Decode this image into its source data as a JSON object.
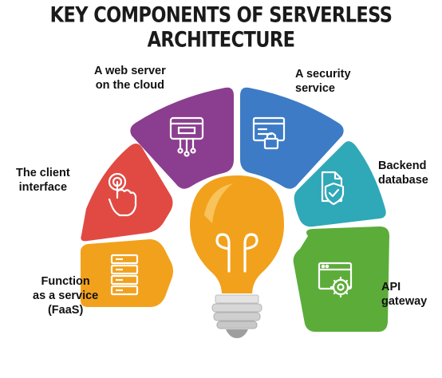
{
  "title": "KEY COMPONENTS OF SERVERLESS ARCHITECTURE",
  "components": [
    {
      "lines": [
        "Function",
        "as a service",
        "(FaaS)"
      ],
      "color": "#f2a11d",
      "icon": "server-rack-icon"
    },
    {
      "lines": [
        "The client",
        "interface"
      ],
      "color": "#e04a43",
      "icon": "touch-hand-icon"
    },
    {
      "lines": [
        "A web server",
        "on the cloud"
      ],
      "color": "#8b3e8f",
      "icon": "cloud-network-icon"
    },
    {
      "lines": [
        "A security",
        "service"
      ],
      "color": "#3d7bc6",
      "icon": "secure-window-icon"
    },
    {
      "lines": [
        "Backend",
        "database"
      ],
      "color": "#2fa8b8",
      "icon": "shield-document-icon"
    },
    {
      "lines": [
        "API",
        "gateway"
      ],
      "color": "#5cac3a",
      "icon": "window-gear-icon"
    }
  ],
  "center": {
    "icon": "lightbulb-icon",
    "color": "#f2a11d"
  }
}
